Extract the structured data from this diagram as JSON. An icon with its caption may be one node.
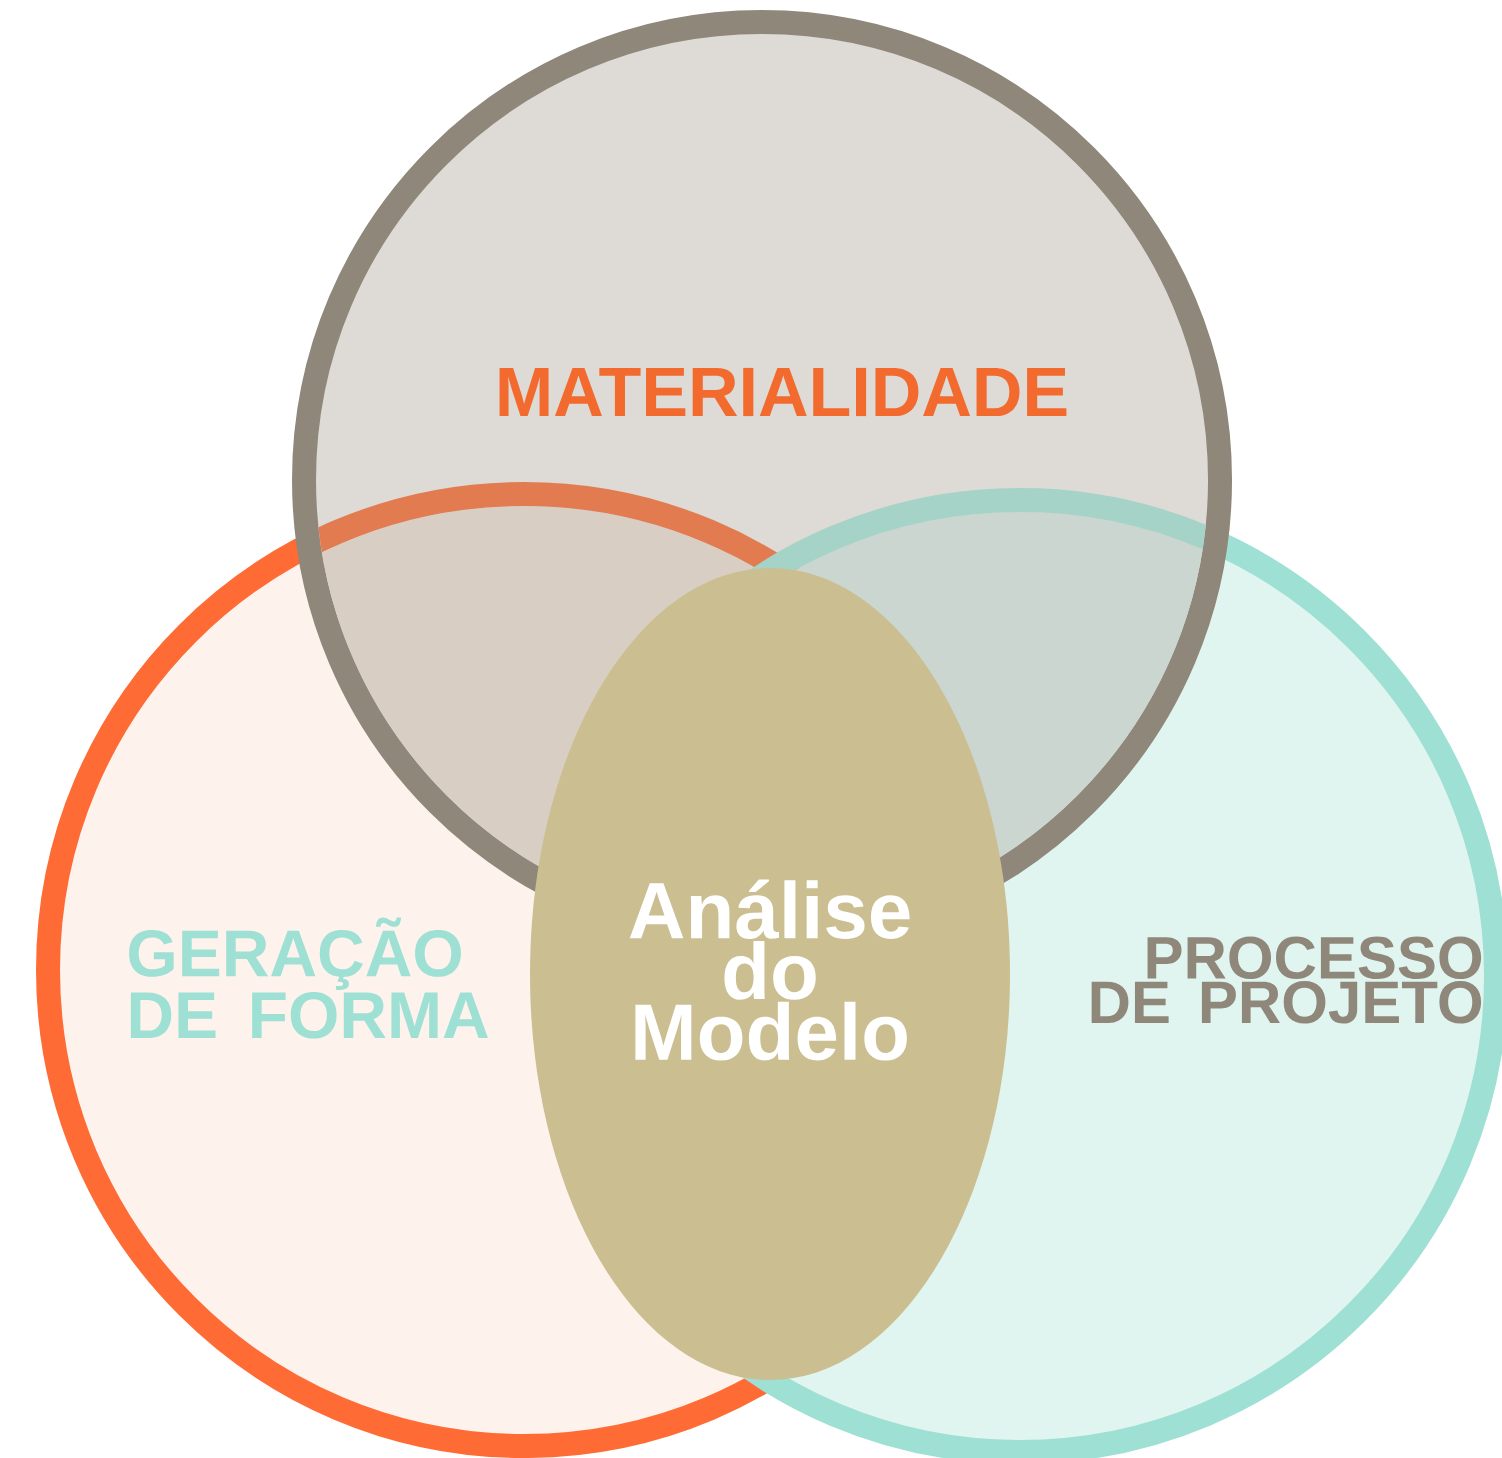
{
  "diagram": {
    "nodes": [
      {
        "text": [
          "MATERIALIDADE"
        ]
      },
      {
        "text": [
          "GERAÇÃO DE FORMA"
        ]
      },
      {
        "text": [
          "PROCESSO DE PROJETO"
        ]
      },
      {
        "text": [
          "Análise do Modelo"
        ]
      }
    ]
  }
}
